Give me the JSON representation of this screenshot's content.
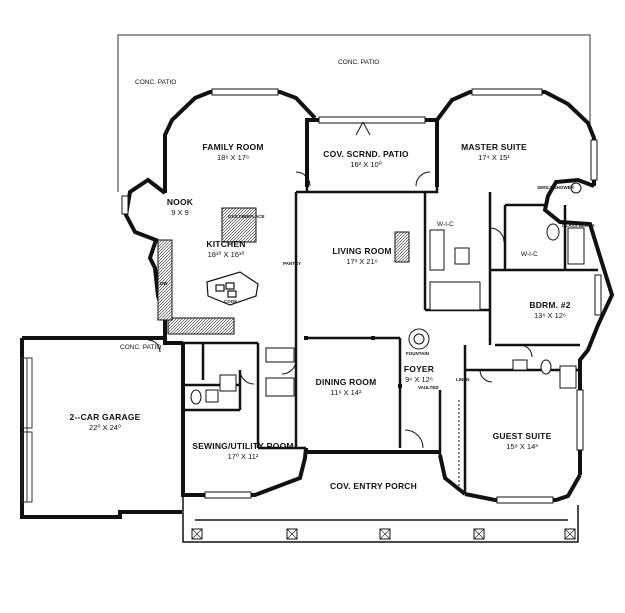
{
  "plan": {
    "outdoor": {
      "patio_left": "CONC. PATIO",
      "patio_top": "CONC. PATIO",
      "patio_garage": "CONC. PATIO",
      "porch": "COV. ENTRY PORCH"
    },
    "rooms": {
      "family": {
        "name": "FAMILY ROOM",
        "dim": "18⁸ X 17⁶"
      },
      "scrnd": {
        "name": "COV. SCRND. PATIO",
        "dim": "16² X 10⁰"
      },
      "master": {
        "name": "MASTER SUITE",
        "dim": "17⁴ X 15¹"
      },
      "nook": {
        "name": "NOOK",
        "dim": "9 X 9"
      },
      "kitchen": {
        "name": "KITCHEN",
        "dim": "18¹⁰ X 16¹⁰"
      },
      "living": {
        "name": "LIVING ROOM",
        "dim": "17³ X 21⁶"
      },
      "bdrm2": {
        "name": "BDRM. #2",
        "dim": "13⁶ X 12⁶"
      },
      "garage": {
        "name": "2--CAR GARAGE",
        "dim": "22⁰ X 24⁰"
      },
      "dining": {
        "name": "DINING ROOM",
        "dim": "11⁶ X 14²"
      },
      "foyer": {
        "name": "FOYER",
        "dim": "9⁶ X 12⁶"
      },
      "sewing": {
        "name": "SEWING/UTILITY ROOM",
        "dim": "17⁰ X 11²"
      },
      "guest": {
        "name": "GUEST SUITE",
        "dim": "15⁸ X 14³"
      }
    },
    "fixtures": {
      "wic_master": "W-I-C",
      "wic_bdrm": "W-I-C",
      "fireplace": "GAS FIREPLACE",
      "pantry": "PANTRY",
      "linen": "LINEN",
      "fountain": "FOUNTAIN",
      "vaulted": "VAULTED",
      "glass_block": "GLASS BLOCK",
      "spa": "SMOLT SHOWER",
      "cook": "COOK",
      "dw": "DW"
    }
  }
}
